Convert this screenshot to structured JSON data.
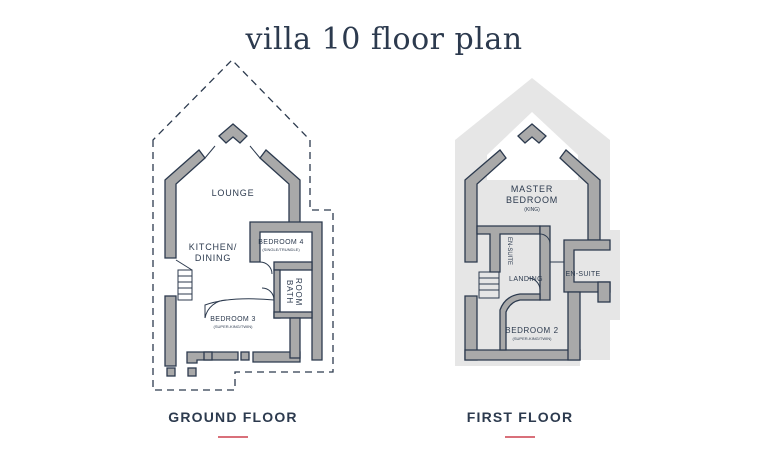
{
  "title": "villa 10 floor plan",
  "ground_floor": {
    "label": "GROUND FLOOR",
    "rooms": {
      "lounge": "LOUNGE",
      "kitchen_1": "KITCHEN/",
      "kitchen_2": "DINING",
      "bedroom4": "BEDROOM 4",
      "bedroom4_sub": "(SINGLE/TRUNDLE)",
      "bath_1": "BATH",
      "bath_2": "ROOM",
      "bedroom3": "BEDROOM 3",
      "bedroom3_sub": "(SUPER-KING/TWIN)"
    }
  },
  "first_floor": {
    "label": "FIRST FLOOR",
    "rooms": {
      "master_1": "MASTER",
      "master_2": "BEDROOM",
      "master_sub": "(KING)",
      "ensuite_left": "EN-SUITE",
      "landing": "LANDING",
      "ensuite_right": "EN-SUITE",
      "bedroom2": "BEDROOM 2",
      "bedroom2_sub": "(SUPER-KING/TWIN)"
    }
  },
  "colors": {
    "wall": "#a9a9a9",
    "outline": "#2c3a4e",
    "shade": "#e6e6e6",
    "accent": "#d9707a"
  }
}
